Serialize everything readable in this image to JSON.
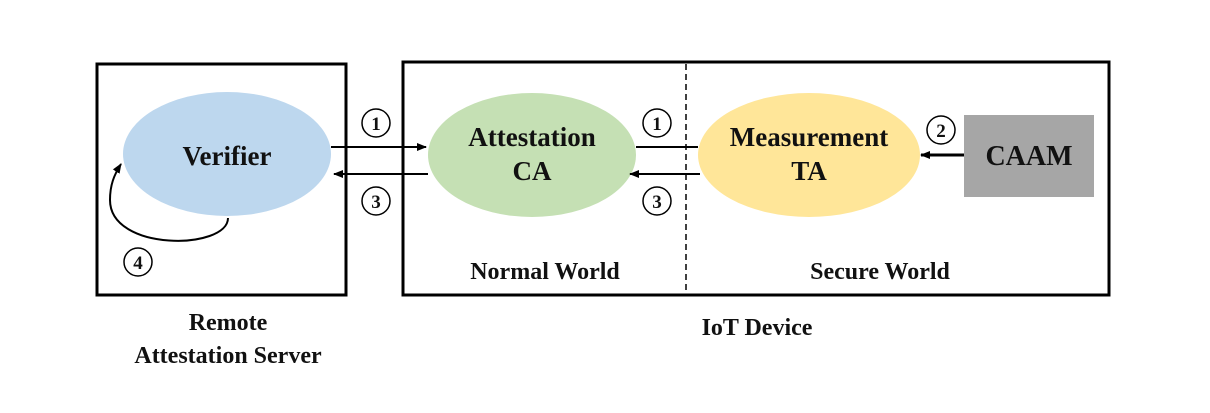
{
  "boxes": {
    "server_caption_line1": "Remote",
    "server_caption_line2": "Attestation Server",
    "device_caption": "IoT Device",
    "normal_world": "Normal World",
    "secure_world": "Secure World"
  },
  "nodes": {
    "verifier": {
      "label": "Verifier",
      "color": "#bdd7ee"
    },
    "attestation_ca": {
      "line1": "Attestation",
      "line2": "CA",
      "color": "#c5e0b4"
    },
    "measurement_ta": {
      "line1": "Measurement",
      "line2": "TA",
      "color": "#ffe699"
    },
    "caam": {
      "label": "CAAM",
      "color": "#a6a6a6"
    }
  },
  "steps": {
    "s1": "1",
    "s2": "2",
    "s3": "3",
    "s4": "4"
  }
}
